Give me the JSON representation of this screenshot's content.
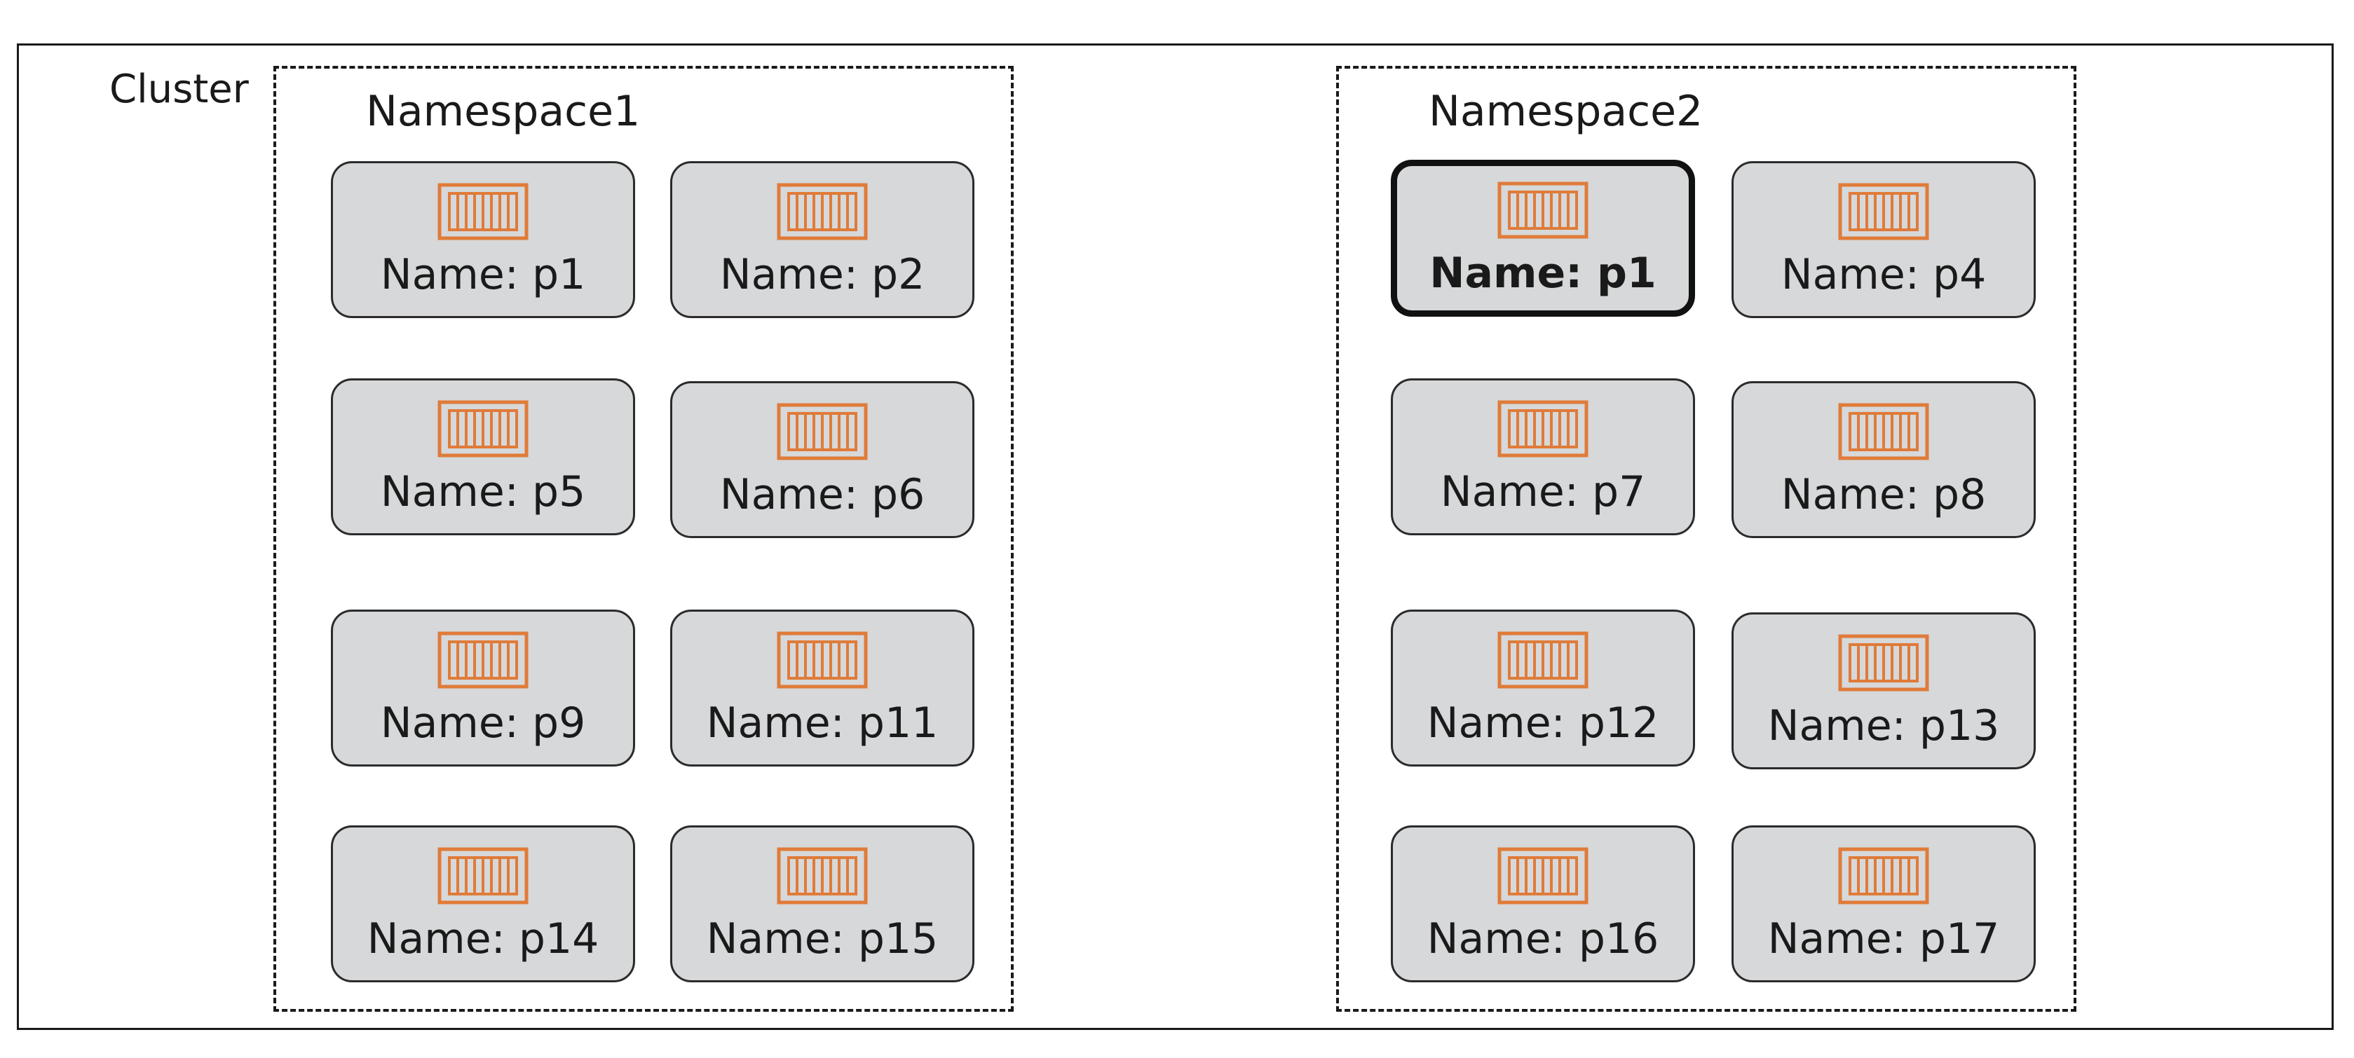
{
  "cluster": {
    "label": "Cluster"
  },
  "namespaces": [
    {
      "label": "Namespace1",
      "pods": [
        {
          "name": "Name: p1"
        },
        {
          "name": "Name: p2"
        },
        {
          "name": "Name: p5"
        },
        {
          "name": "Name: p6"
        },
        {
          "name": "Name: p9"
        },
        {
          "name": "Name: p11"
        },
        {
          "name": "Name: p14"
        },
        {
          "name": "Name: p15"
        }
      ]
    },
    {
      "label": "Namespace2",
      "pods": [
        {
          "name": "Name: p1",
          "highlighted": true
        },
        {
          "name": "Name: p4"
        },
        {
          "name": "Name: p7"
        },
        {
          "name": "Name: p8"
        },
        {
          "name": "Name: p12"
        },
        {
          "name": "Name: p13"
        },
        {
          "name": "Name: p16"
        },
        {
          "name": "Name: p17"
        }
      ]
    }
  ],
  "colors": {
    "pod_fill": "#d6d8da",
    "container_icon": "#e07b39",
    "border": "#1a1a1a"
  },
  "icons": {
    "pod": "container-icon"
  }
}
